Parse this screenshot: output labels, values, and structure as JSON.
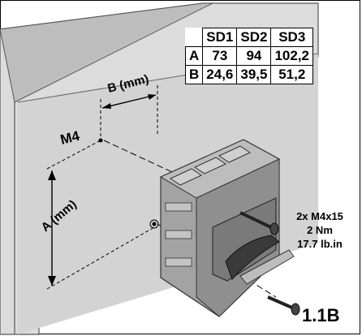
{
  "table": {
    "headers": [
      "SD1",
      "SD2",
      "SD3"
    ],
    "rows": [
      {
        "label": "A",
        "values": [
          "73",
          "94",
          "102,2"
        ]
      },
      {
        "label": "B",
        "values": [
          "24,6",
          "39,5",
          "51,2"
        ]
      }
    ]
  },
  "labels": {
    "screw": "M4",
    "dim_a": "A (mm)",
    "dim_b": "B (mm)"
  },
  "spec": {
    "line1": "2x M4x15",
    "line2": "2 Nm",
    "line3": "17.7 lb.in"
  },
  "figure_id": "1.1B",
  "colors": {
    "wall": "#d9d9d9",
    "wall_edge": "#8c8c8c",
    "device": "#9e9e9e",
    "device_dark": "#6e6e6e"
  }
}
